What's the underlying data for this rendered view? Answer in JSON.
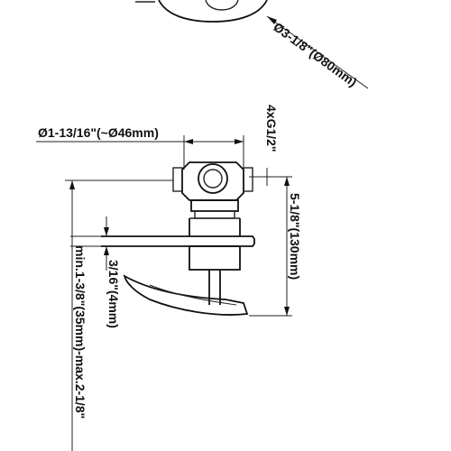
{
  "dimensions": {
    "plate_diameter": "Ø3-1/8\"(Ø80mm)",
    "body_diameter": "Ø1-13/16\"(~Ø46mm)",
    "ports": "4xG1/2\"",
    "height": "5-1/8\"(130mm)",
    "plate_thickness": "3/16\"(4mm)",
    "wall_range": "min.1-3/8\"(35mm)-max.2-1/8\""
  },
  "colors": {
    "line": "#222222",
    "background": "#ffffff"
  }
}
